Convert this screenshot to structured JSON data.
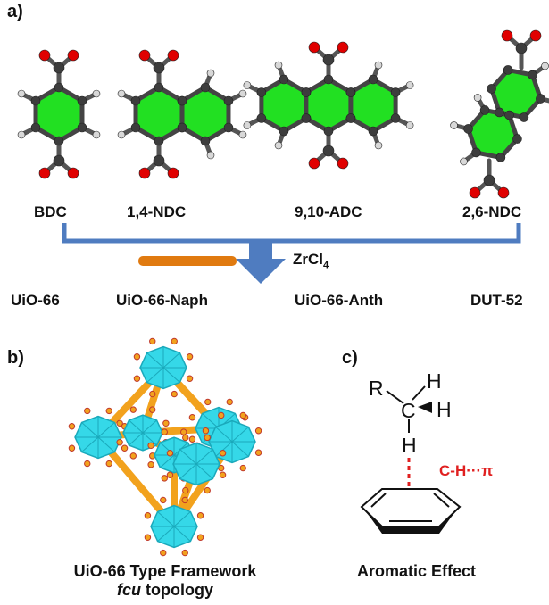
{
  "panels": {
    "a": "a)",
    "b": "b)",
    "c": "c)"
  },
  "linkers": [
    "BDC",
    "1,4-NDC",
    "9,10-ADC",
    "2,6-NDC"
  ],
  "reagent": {
    "base": "ZrCl",
    "subscript": "4"
  },
  "frameworks": [
    "UiO-66",
    "UiO-66-Naph",
    "UiO-66-Anth",
    "DUT-52"
  ],
  "framework_caption": {
    "line1": "UiO-66 Type Framework",
    "line2_italic": "fcu",
    "line2_rest": " topology"
  },
  "molecule": {
    "r": "R",
    "c": "C",
    "h": "H"
  },
  "interaction_label": "C-H···π",
  "aromatic_caption": "Aromatic Effect",
  "colors": {
    "ring": "#22e022",
    "carbon": "#3d3d3d",
    "oxygen": "#e00000",
    "hydrogen": "#d8d8d8",
    "bracket": "#4f7cc0",
    "arrow": "#4f7cc0",
    "rod": "#e07a10",
    "cluster": "#35d8e8",
    "linker": "#f2a21d",
    "interaction": "#e02020"
  }
}
